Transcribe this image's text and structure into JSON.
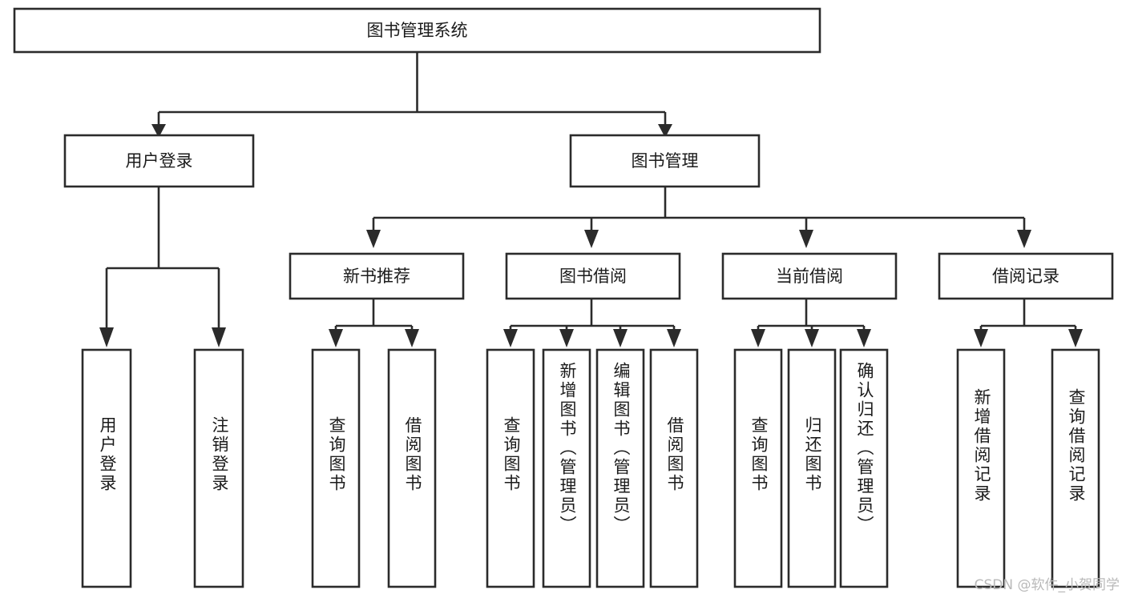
{
  "diagram": {
    "type": "tree-hierarchy-flowchart",
    "title": "图书管理系统",
    "orientation": "top-down",
    "colors": {
      "background": "#ffffff",
      "box_stroke": "#2b2b2b",
      "box_fill": "#ffffff",
      "text": "#1b1b1b",
      "watermark": "#b9b9b9"
    },
    "levels": {
      "root": {
        "label": "图书管理系统",
        "text_direction": "horizontal"
      },
      "level2": [
        {
          "label": "用户登录",
          "text_direction": "horizontal"
        },
        {
          "label": "图书管理",
          "text_direction": "horizontal"
        }
      ],
      "level3": [
        {
          "label": "新书推荐",
          "text_direction": "horizontal"
        },
        {
          "label": "图书借阅",
          "text_direction": "horizontal"
        },
        {
          "label": "当前借阅",
          "text_direction": "horizontal"
        },
        {
          "label": "借阅记录",
          "text_direction": "horizontal"
        }
      ],
      "leaves": {
        "用户登录": [
          {
            "label": "用户登录",
            "text_direction": "vertical"
          },
          {
            "label": "注销登录",
            "text_direction": "vertical"
          }
        ],
        "新书推荐": [
          {
            "label": "查询图书",
            "text_direction": "vertical"
          },
          {
            "label": "借阅图书",
            "text_direction": "vertical"
          }
        ],
        "图书借阅": [
          {
            "label": "查询图书",
            "text_direction": "vertical"
          },
          {
            "label": "新增图书（管理员）",
            "text_direction": "vertical"
          },
          {
            "label": "编辑图书（管理员）",
            "text_direction": "vertical"
          },
          {
            "label": "借阅图书",
            "text_direction": "vertical"
          }
        ],
        "当前借阅": [
          {
            "label": "查询图书",
            "text_direction": "vertical"
          },
          {
            "label": "归还图书",
            "text_direction": "vertical"
          },
          {
            "label": "确认归还（管理员）",
            "text_direction": "vertical"
          }
        ],
        "借阅记录": [
          {
            "label": "新增借阅记录",
            "text_direction": "vertical"
          },
          {
            "label": "查询借阅记录",
            "text_direction": "vertical"
          }
        ]
      }
    },
    "nodes": {
      "root": "图书管理系统",
      "n_user_login": "用户登录",
      "n_book_mgmt": "图书管理",
      "n_new_book_rec": "新书推荐",
      "n_book_borrow": "图书借阅",
      "n_current_borrow": "当前借阅",
      "n_borrow_record": "借阅记录",
      "l_user_login": "用户登录",
      "l_user_logout": "注销登录",
      "l_rec_query": "查询图书",
      "l_rec_borrow": "借阅图书",
      "l_bb_query": "查询图书",
      "l_bb_add": "新增图书（管理员）",
      "l_bb_edit": "编辑图书（管理员）",
      "l_bb_borrow": "借阅图书",
      "l_cb_query": "查询图书",
      "l_cb_return": "归还图书",
      "l_cb_confirm": "确认归还（管理员）",
      "l_br_add": "新增借阅记录",
      "l_br_query": "查询借阅记录"
    }
  },
  "watermark": {
    "text": "CSDN @软件_小贺同学"
  }
}
